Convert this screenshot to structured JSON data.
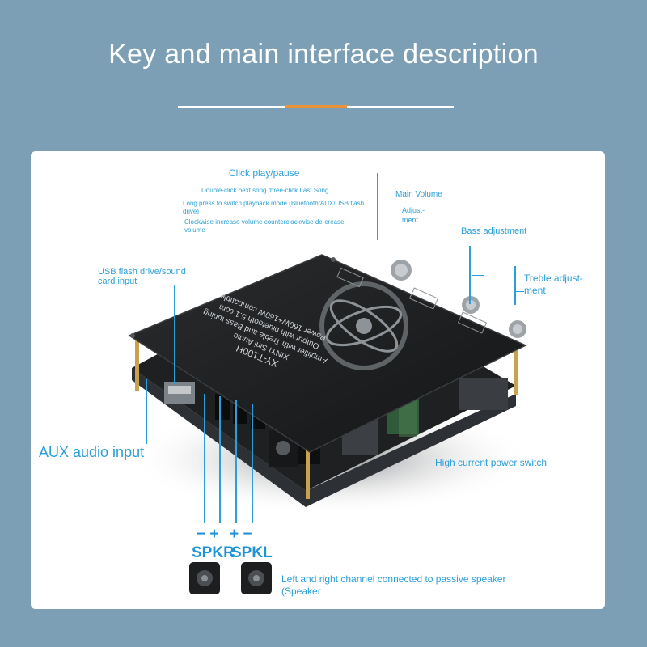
{
  "header": {
    "title": "Key and main interface description"
  },
  "colors": {
    "background": "#7d9fb5",
    "card": "#ffffff",
    "accent": "#e8923a",
    "label": "#2c9fd8",
    "board": "#1b1d1f"
  },
  "labels": {
    "click_play": "Click play/pause",
    "double_click": "Double-click next song three-click Last Song",
    "long_press": "Long press to switch playback mode (Bluetooth/AUX/USB flash drive)",
    "clockwise": "Clockwise increase volume counterclockwise de-crease volume",
    "main_volume": "Main Volume",
    "adjustment": "Adjust-ment",
    "bass": "Bass adjustment",
    "treble": "Treble adjust-ment",
    "usb": "USB flash drive/sound card input",
    "aux": "AUX audio input",
    "power_switch": "High current power switch",
    "speaker_note": "Left and right channel connected to passive speaker (Speaker"
  },
  "speaker_terminals": {
    "right_signs": "− +",
    "left_signs": "+ −",
    "right_name": "SPKR",
    "left_name": "SPKL"
  },
  "board_print": {
    "model": "XY-T100H",
    "line1": "XINYI Sini Audio",
    "line2": "Amplifier with Treble and Bass tuning",
    "line3": "Output with bluetooth 5.1 com",
    "line4": "Power 160W+160W compatible"
  }
}
